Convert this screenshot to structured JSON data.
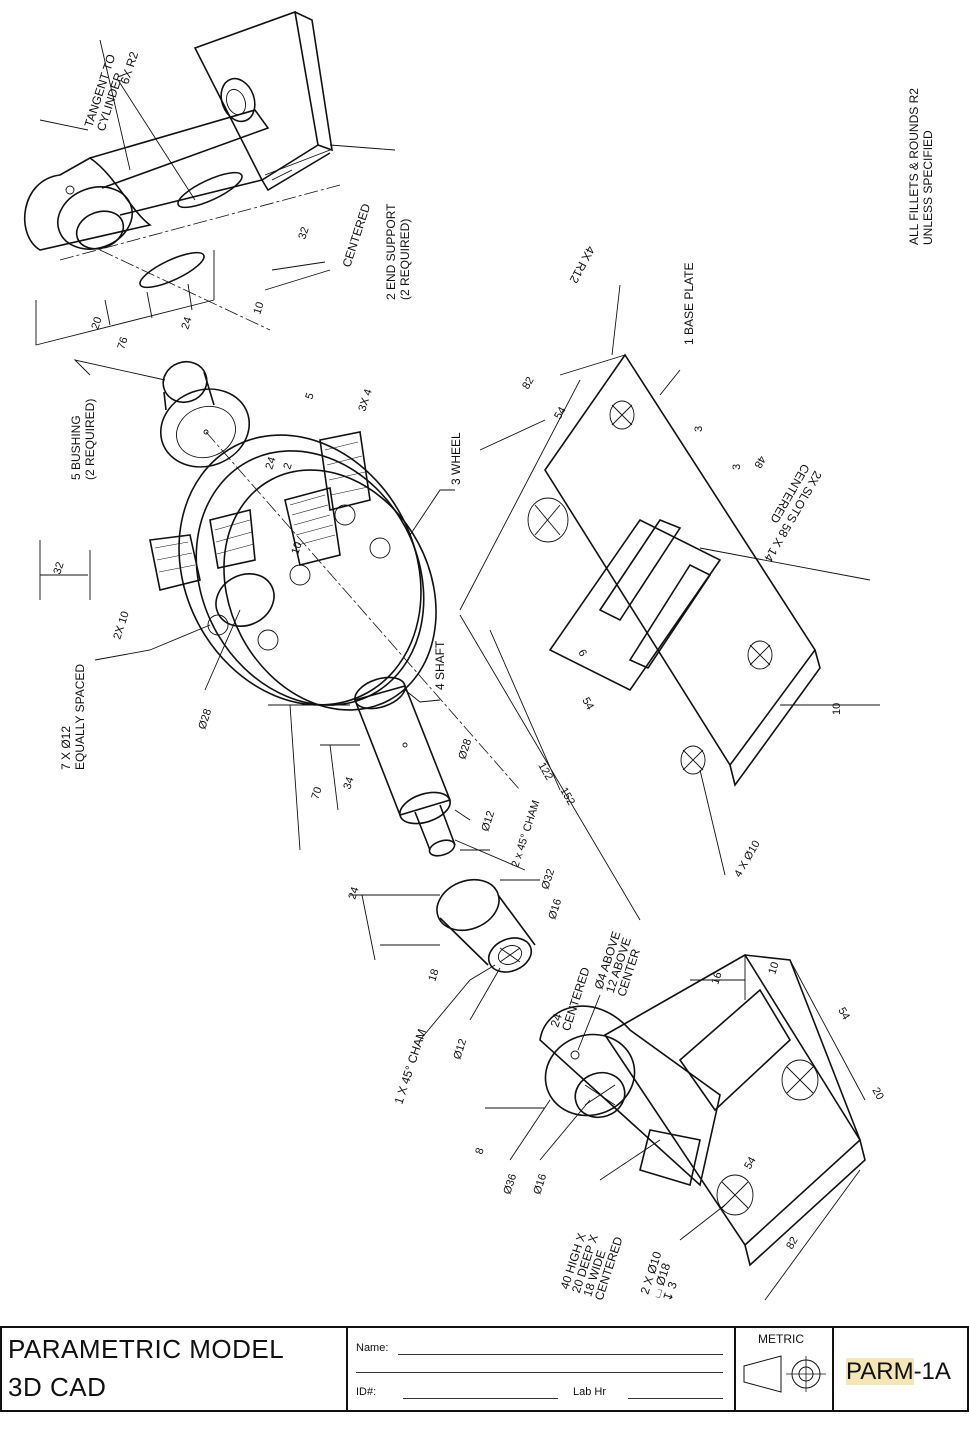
{
  "drawing": {
    "general_note": [
      "ALL FILLETS & ROUNDS R2",
      "UNLESS SPECIFIED"
    ],
    "parts": {
      "end_support": [
        "2 END SUPPORT",
        "(2 REQUIRED)"
      ],
      "base_plate": "1 BASE PLATE",
      "wheel": "3 WHEEL",
      "shaft": "4 SHAFT",
      "bushing": [
        "5 BUSHING",
        "(2 REQUIRED)"
      ]
    },
    "notes": {
      "tangent": [
        "TANGENT TO",
        "CYLINDER"
      ],
      "six_r2": "6X R2",
      "centered": "CENTERED",
      "four_r12": "4X R12",
      "slots": [
        "2X SLOTS 58 X 14",
        "CENTERED"
      ],
      "four_d10": "4 X Ø10",
      "holes_wheel": [
        "7 X Ø12",
        "EQUALLY SPACED"
      ],
      "d28_wheel": "Ø28",
      "two_x10": "2X 10",
      "cham_shaft": "2 x 45° CHAM",
      "cham_bushing": "1 X 45° CHAM",
      "d4_above": [
        "Ø4 ABOVE",
        "12 ABOVE",
        "CENTER"
      ],
      "d24_centered": [
        "24",
        "CENTERED"
      ],
      "pocket": [
        "40 HIGH X",
        "20 DEEP X",
        "18 WIDE",
        "CENTERED"
      ],
      "cbore": [
        "2 X Ø10",
        "⌴ Ø18",
        "↧ 3"
      ]
    },
    "dims": {
      "es_76": "76",
      "es_20": "20",
      "es_24": "24",
      "es_10": "10",
      "es_32": "32",
      "bp_82": "82",
      "bp_54": "54",
      "bp_3a": "3",
      "bp_3b": "3",
      "bp_48": "48",
      "bp_122": "122",
      "bp_152": "152",
      "bp_54b": "54",
      "bp_6": "6",
      "bp_10": "10",
      "wh_32": "32",
      "wh_10": "10",
      "wh_24": "24",
      "wh_2": "2",
      "wh_5": "5",
      "wh_3x4": "3X 4",
      "sh_70": "70",
      "sh_34": "34",
      "sh_d28": "Ø28",
      "sh_d12": "Ø12",
      "sh_d32": "Ø32",
      "bu_24": "24",
      "bu_18": "18",
      "bu_d16": "Ø16",
      "bu_d12": "Ø12",
      "es2_16": "16",
      "es2_10": "10",
      "es2_54": "54",
      "es2_20": "20",
      "es2_54b": "54",
      "es2_82": "82",
      "es2_8": "8",
      "es2_d36": "Ø36",
      "es2_d16": "Ø16"
    }
  },
  "title_block": {
    "title_line1": "PARAMETRIC MODEL",
    "title_line2": "3D CAD",
    "name_label": "Name:",
    "id_label": "ID#:",
    "lab_label": "Lab Hr",
    "metric_label": "METRIC",
    "code_prefix": "PARM",
    "code_suffix": "-1A"
  }
}
